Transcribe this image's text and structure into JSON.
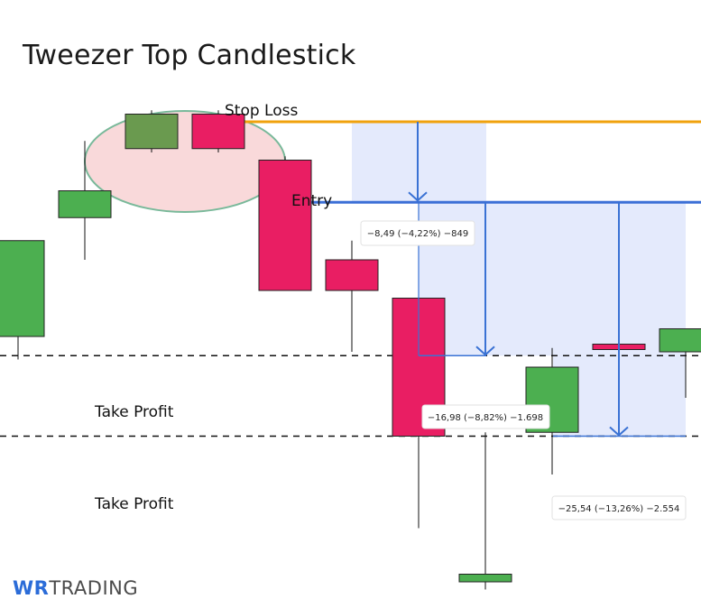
{
  "chart_data": {
    "type": "candlestick",
    "title": "Tweezer Top Candlestick",
    "candles": [
      {
        "open": 152,
        "high": 160,
        "low": 149,
        "close": 164.5,
        "color": "green"
      },
      {
        "open": 167.5,
        "high": 177.5,
        "low": 162,
        "close": 171,
        "color": "green"
      },
      {
        "open": 176.5,
        "high": 181.5,
        "low": 176,
        "close": 181,
        "color": "green"
      },
      {
        "open": 181,
        "high": 181.5,
        "low": 176,
        "close": 176.5,
        "color": "red"
      },
      {
        "open": 175,
        "high": 175.5,
        "low": 160,
        "close": 158,
        "color": "red"
      },
      {
        "open": 162,
        "high": 164.5,
        "low": 150,
        "close": 158,
        "color": "red"
      },
      {
        "open": 157,
        "high": 157.5,
        "low": 127,
        "close": 139,
        "color": "red"
      },
      {
        "open": 120,
        "high": 139.5,
        "low": 119,
        "close": 121,
        "color": "green"
      },
      {
        "open": 139.5,
        "high": 150.5,
        "low": 134,
        "close": 148,
        "color": "green"
      },
      {
        "open": 151,
        "high": 152,
        "low": 150,
        "close": 151,
        "color": "red"
      },
      {
        "open": 150,
        "high": 153,
        "low": 144,
        "close": 153,
        "color": "green"
      }
    ],
    "levels": {
      "stop_loss": 180,
      "entry": 169.5,
      "take_profit_1": 149.5,
      "take_profit_2": 139
    },
    "colors": {
      "green": "#4caf50",
      "red": "#e91e63",
      "stop_loss_line": "#f0a20d",
      "entry_line": "#3b6fd6",
      "projection_fill": "#dfe6fb",
      "projection_arrow": "#3a72d4",
      "highlight_ellipse": "#f9d9da",
      "highlight_border": "#79b99a"
    }
  },
  "labels": {
    "stop_loss": "Stop Loss",
    "entry": "Entry",
    "take_profit_1": "Take Profit",
    "take_profit_2": "Take Profit"
  },
  "measurements": [
    {
      "text": "−8,49 (−4,22%) −849"
    },
    {
      "text": "−16,98 (−8,82%) −1.698"
    },
    {
      "text": "−25,54 (−13,26%) −2.554"
    }
  ],
  "logo": {
    "wr": "WR",
    "trading": "TRADING"
  }
}
